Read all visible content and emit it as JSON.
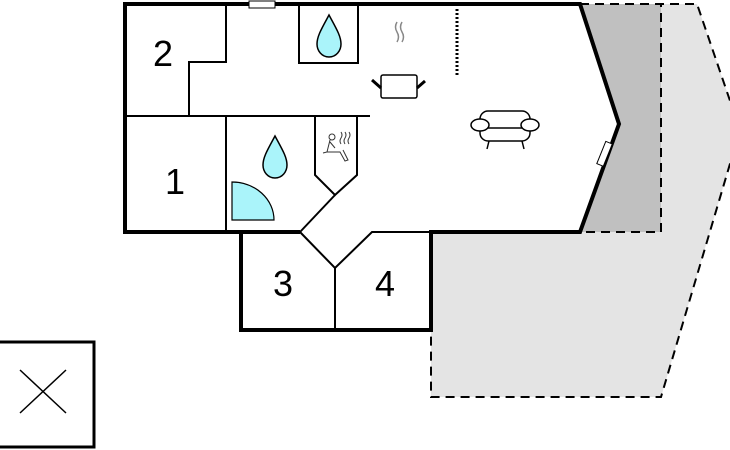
{
  "plan": {
    "rooms": [
      {
        "number": "1",
        "type": "bedroom"
      },
      {
        "number": "2",
        "type": "bedroom"
      },
      {
        "number": "3",
        "type": "bedroom"
      },
      {
        "number": "4",
        "type": "bedroom"
      }
    ],
    "icons": [
      "water-drop-icon",
      "water-drop-icon",
      "shower-icon",
      "sauna-icon",
      "cooking-pot-icon",
      "sofa-icon",
      "compass-x-icon"
    ],
    "colors": {
      "wall": "#000000",
      "water": "#aaf4fa",
      "terrace_covered": "#c0c0c0",
      "terrace_open": "#e4e4e4"
    }
  }
}
